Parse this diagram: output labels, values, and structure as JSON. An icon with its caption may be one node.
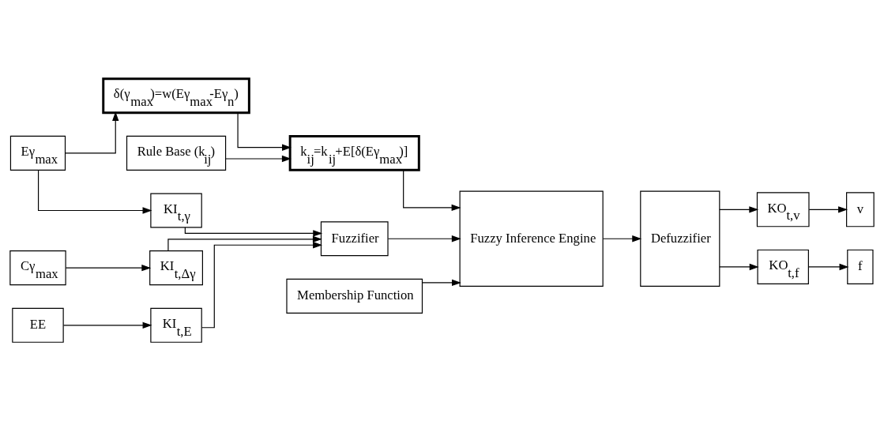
{
  "diagram": {
    "nodes": [
      {
        "text": [
          "Eγ$_{max}$"
        ]
      },
      {
        "text": [
          "KI$_{t,γ}$"
        ]
      },
      {
        "text": [
          "Cγ$_{max}$"
        ]
      },
      {
        "text": [
          "KI$_{t,Δγ}$"
        ]
      },
      {
        "text": [
          "EE"
        ]
      },
      {
        "text": [
          "KI$_{t,E}$"
        ]
      },
      {
        "text": [
          "Fuzzifier"
        ]
      },
      {
        "text": [
          "Fuzzy Inference Engine"
        ]
      },
      {
        "text": [
          "Defuzzifier"
        ]
      },
      {
        "text": [
          "KO$_{t,v}$"
        ]
      },
      {
        "text": [
          "v"
        ]
      },
      {
        "text": [
          "KO$_{t,f}$"
        ]
      },
      {
        "text": [
          "f"
        ]
      },
      {
        "text": [
          "k$_{ij}$=k$_{ij}$+E[δ(Eγ$_{max}$)]"
        ]
      },
      {
        "text": [
          "Membership Function"
        ]
      },
      {
        "text": [
          "δ(γ$_{max}$)=w(Eγ$_{max}$-Eγ$_{n}$)"
        ]
      },
      {
        "text": [
          "Rule Base (k$_{ij}$)"
        ]
      }
    ],
    "edges": [
      {
        "from": 0,
        "to": 1,
        "arrow": "to"
      },
      {
        "from": 0,
        "to": 15,
        "arrow": "to"
      },
      {
        "from": 2,
        "to": 3,
        "arrow": "to"
      },
      {
        "from": 4,
        "to": 5,
        "arrow": "to"
      },
      {
        "from": 1,
        "to": 6,
        "arrow": "to"
      },
      {
        "from": 3,
        "to": 6,
        "arrow": "to"
      },
      {
        "from": 5,
        "to": 6,
        "arrow": "to"
      },
      {
        "from": 6,
        "to": 7,
        "arrow": "to"
      },
      {
        "from": 7,
        "to": 8,
        "arrow": "to"
      },
      {
        "from": 8,
        "to": 9,
        "arrow": "to"
      },
      {
        "from": 8,
        "to": 11,
        "arrow": "to"
      },
      {
        "from": 9,
        "to": 10,
        "arrow": "to"
      },
      {
        "from": 11,
        "to": 12,
        "arrow": "to"
      },
      {
        "from": 13,
        "to": 7,
        "arrow": "to"
      },
      {
        "from": 14,
        "to": 7,
        "arrow": "to"
      },
      {
        "from": 15,
        "to": 13,
        "arrow": "to"
      },
      {
        "from": 16,
        "to": 13,
        "arrow": "to"
      }
    ]
  }
}
